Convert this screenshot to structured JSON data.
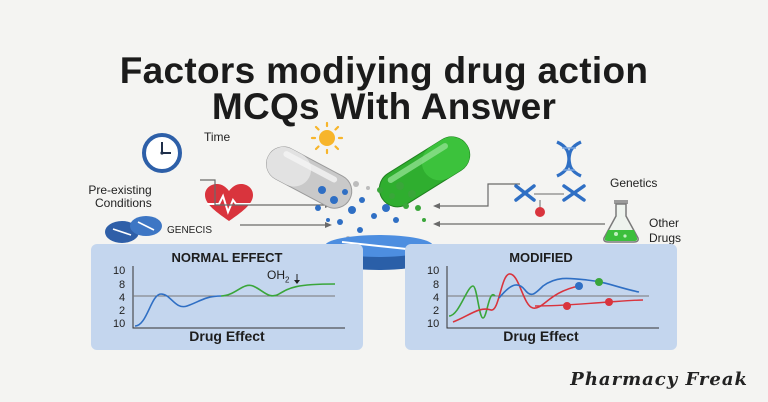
{
  "title": {
    "line1": "Factors modiying drug action",
    "line2": "MCQs With Answer"
  },
  "labels": {
    "time": "Time",
    "pre_existing_1": "Pre-existing",
    "pre_existing_2": "Conditions",
    "genecis": "GENECIS",
    "genetics": "Genetics",
    "other_1": "Other",
    "other_2": "Drugs"
  },
  "panels": [
    {
      "title": "NORMAL EFFECT",
      "xlabel": "Drug Effect",
      "annotation": "OH",
      "annotation_sub": "2",
      "ticks": [
        "10",
        "8",
        "4",
        "2",
        "10"
      ]
    },
    {
      "title": "MODIFIED",
      "xlabel": "Drug Effect",
      "ticks": [
        "10",
        "8",
        "4",
        "2",
        "10"
      ]
    }
  ],
  "brand": "Pharmacy Freak",
  "colors": {
    "background": "#f4f4f2",
    "capsule_green": "#2fae2f",
    "capsule_gray": "#c9c9c9",
    "tablet_blue": "#3f7fd1",
    "panel_bg": "#c4d6ee",
    "heart_red": "#d9343d"
  },
  "icons": [
    "clock-icon",
    "sun-icon",
    "heart-icon",
    "pills-icon",
    "dna-icon",
    "flask-icon",
    "capsule-icon",
    "tablet-icon"
  ]
}
